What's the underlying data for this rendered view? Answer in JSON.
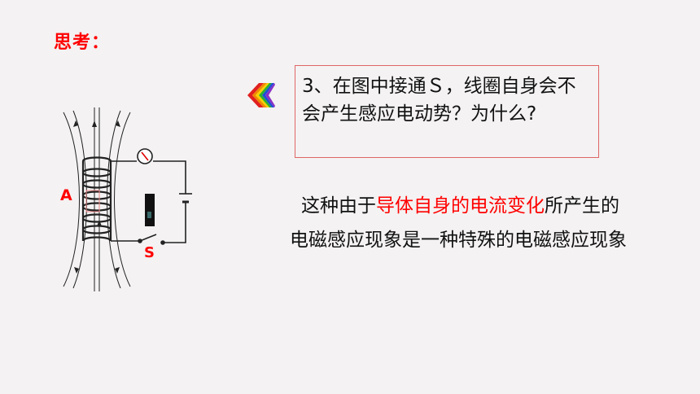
{
  "slide": {
    "heading": "思考：",
    "question": "3、在图中接通Ｓ，线圈自身会不会产生感应电动势？为什么?",
    "explanation": {
      "part1": "这种由于",
      "highlight": "导体自身的电流变化",
      "part2": "所产生的电磁感应现象是一种特殊的电磁感应现象"
    },
    "diagram": {
      "label_coil": "A",
      "label_switch": "S"
    }
  },
  "colors": {
    "accent_red": "#ff0000",
    "box_border": "#e06666",
    "background": "#f4f2f2"
  },
  "icons": {
    "nav_back": "rainbow-chevron-left-icon",
    "meter": "galvanometer-icon"
  }
}
